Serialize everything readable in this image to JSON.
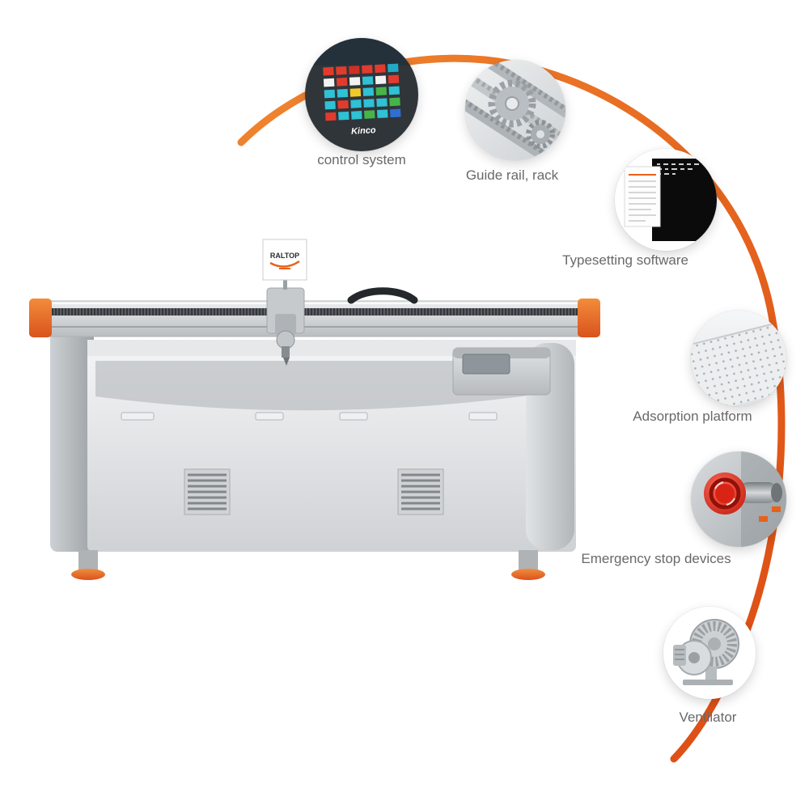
{
  "colors": {
    "accent": "#e8611a",
    "label_text": "#696969"
  },
  "machine": {
    "brand": "RALTOP",
    "panel_brand": "Kinco"
  },
  "features": [
    {
      "id": "control-system",
      "label": "control system"
    },
    {
      "id": "guide-rail-rack",
      "label": "Guide rail, rack"
    },
    {
      "id": "typesetting-software",
      "label": "Typesetting software"
    },
    {
      "id": "adsorption-platform",
      "label": "Adsorption platform"
    },
    {
      "id": "emergency-stop",
      "label": "Emergency stop devices"
    },
    {
      "id": "ventilator",
      "label": "Ventilator"
    }
  ]
}
